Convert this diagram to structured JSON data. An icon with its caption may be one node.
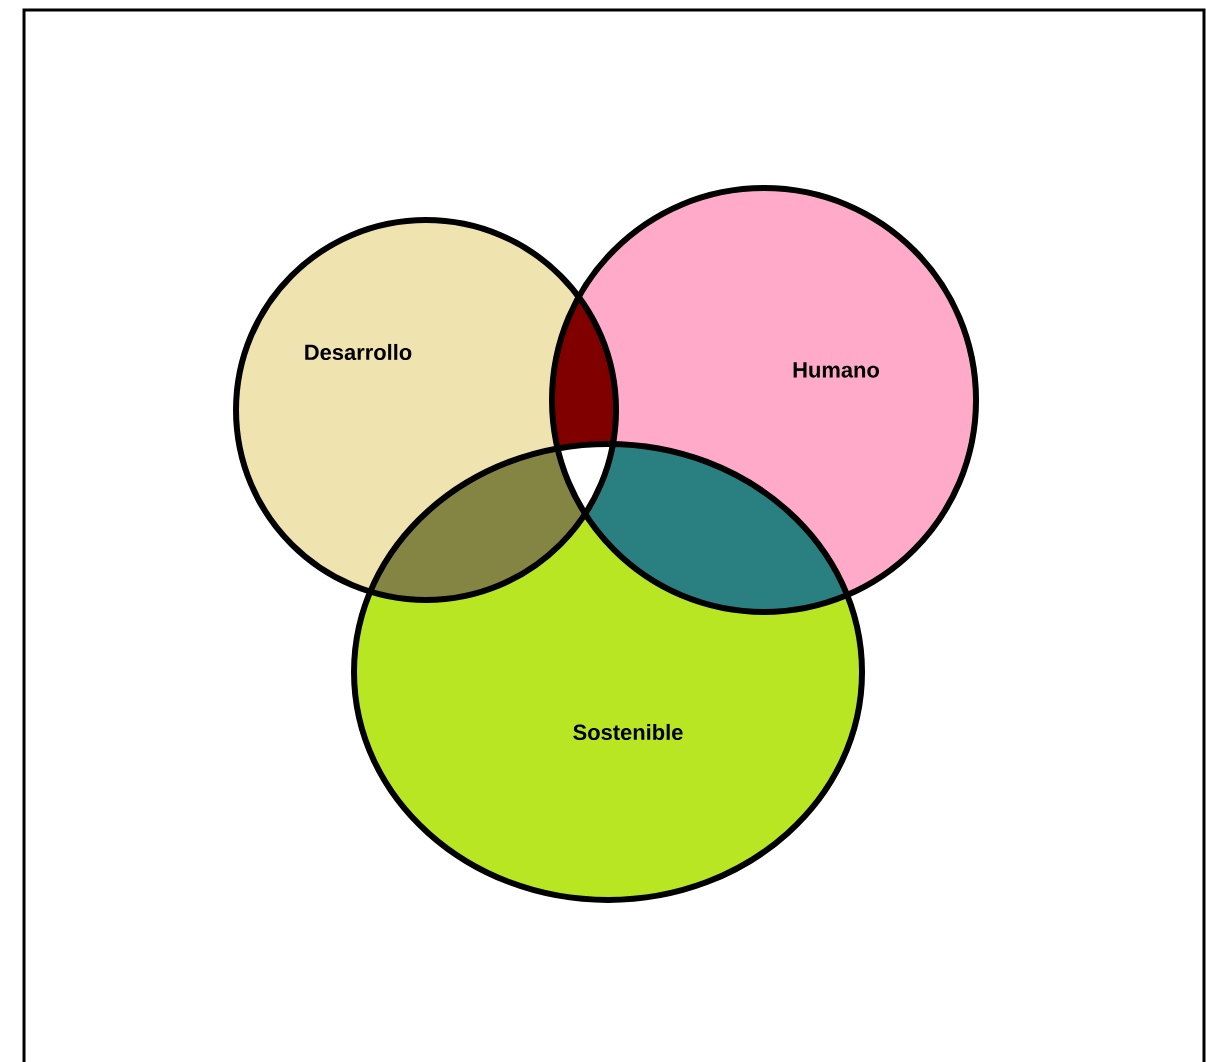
{
  "diagram": {
    "nodes": [
      {
        "text": [
          "Desarrollo"
        ]
      },
      {
        "text": [
          "Humano"
        ]
      },
      {
        "text": [
          "Sostenible"
        ]
      }
    ],
    "edges": []
  }
}
